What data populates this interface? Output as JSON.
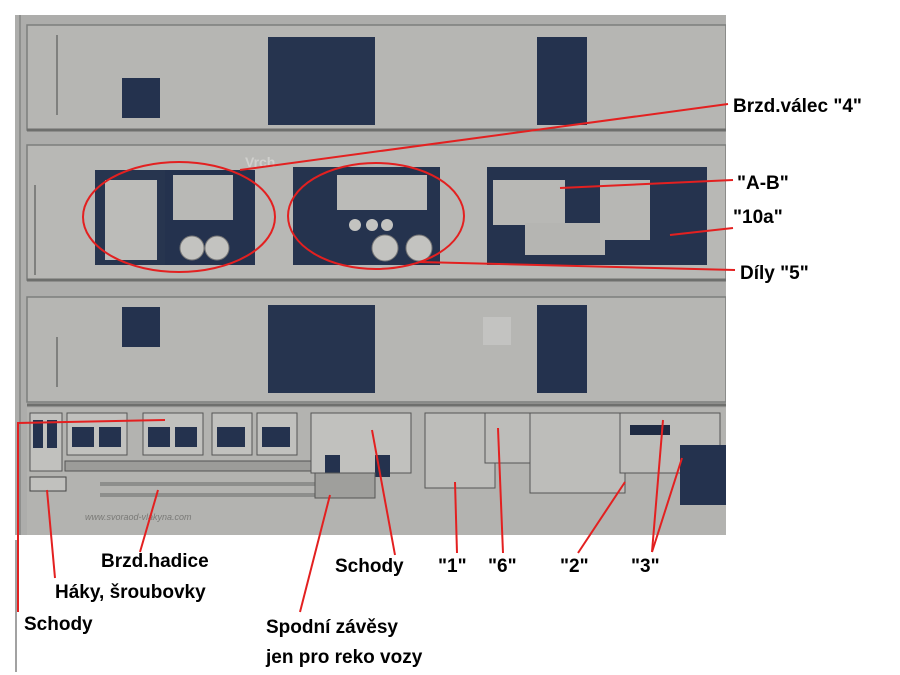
{
  "photo": {
    "etched_text": "Vrch",
    "colors": {
      "metal": "#b2b2af",
      "window": "#24324e",
      "edge": "#8f908e",
      "annotation": "#e32020"
    }
  },
  "labels": {
    "brzd_valec": "Brzd.válec \"4\"",
    "ab": "\"A-B\"",
    "l10a": "\"10a\"",
    "dily5": "Díly \"5\"",
    "brzd_hadice": "Brzd.hadice",
    "haky": "Háky, šroubovky",
    "schody_left": "Schody",
    "schody_mid": "Schody",
    "n1": "\"1\"",
    "n6": "\"6\"",
    "n2": "\"2\"",
    "n3": "\"3\"",
    "spodni_line1": "Spodní závěsy",
    "spodni_line2": "jen pro reko vozy"
  }
}
